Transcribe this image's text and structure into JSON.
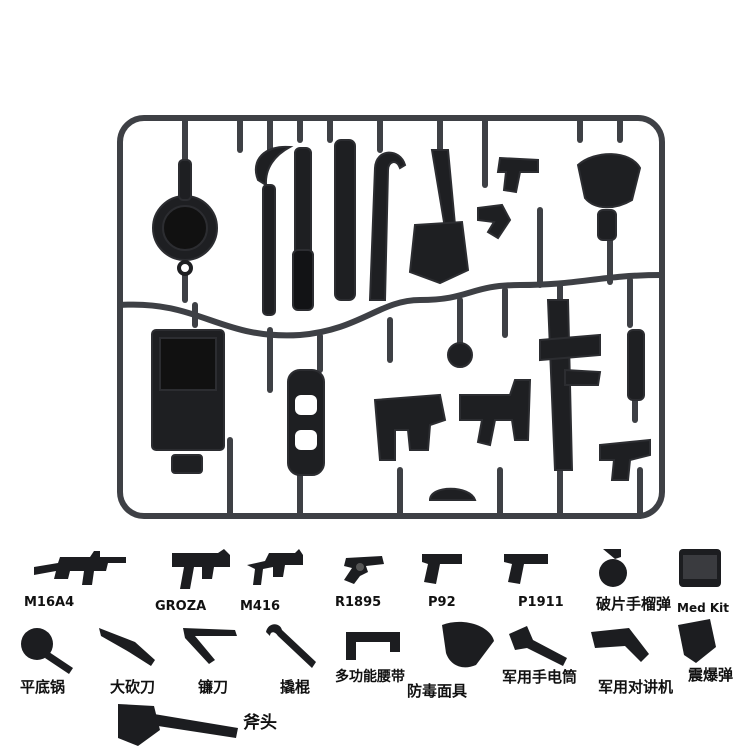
{
  "accessories": {
    "row1": [
      {
        "label": "M16A4",
        "icon": "rifle-icon"
      },
      {
        "label": "GROZA",
        "icon": "smg-icon"
      },
      {
        "label": "M416",
        "icon": "rifle-icon"
      },
      {
        "label": "R1895",
        "icon": "revolver-icon"
      },
      {
        "label": "P92",
        "icon": "pistol-icon"
      },
      {
        "label": "P1911",
        "icon": "pistol-icon"
      },
      {
        "label": "破片手榴弹",
        "icon": "grenade-icon"
      },
      {
        "label": "Med Kit",
        "icon": "med-kit-icon"
      }
    ],
    "row2": [
      {
        "label": "平底锅",
        "icon": "pan-icon"
      },
      {
        "label": "大砍刀",
        "icon": "machete-icon"
      },
      {
        "label": "镰刀",
        "icon": "sickle-icon"
      },
      {
        "label": "撬棍",
        "icon": "crowbar-icon"
      },
      {
        "label": "多功能腰带",
        "icon": "belt-icon"
      },
      {
        "label": "防毒面具",
        "icon": "gas-mask-icon"
      },
      {
        "label": "军用手电筒",
        "icon": "flashlight-icon"
      },
      {
        "label": "军用对讲机",
        "icon": "radio-icon"
      },
      {
        "label": "震爆弹",
        "icon": "flashbang-icon"
      }
    ],
    "row3": [
      {
        "label": "斧头",
        "icon": "axe-icon"
      }
    ]
  },
  "colors": {
    "sprue": "#3b3d42",
    "parts": "#1c1d20",
    "background": "#ffffff"
  }
}
